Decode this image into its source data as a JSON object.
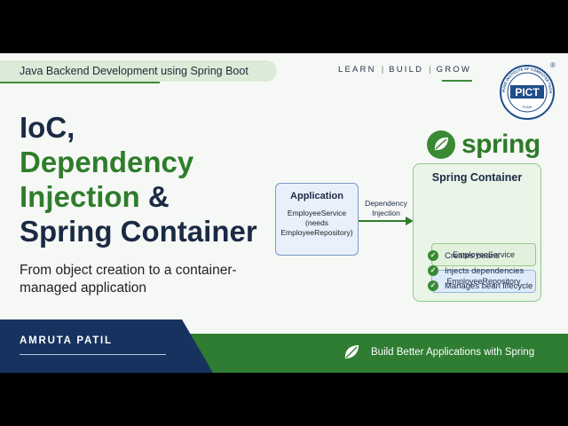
{
  "header": {
    "course": "Java Backend Development using Spring Boot",
    "tagline": [
      "LEARN",
      "BUILD",
      "GROW"
    ]
  },
  "logo": {
    "initials": "PICT",
    "ring_text": "PUNE INSTITUTE OF COMPUTER TECHNOLOGY",
    "city": "PUNE",
    "mark": "®"
  },
  "title": {
    "line1": "IoC,",
    "line2": "Dependency",
    "line3a": "Injection",
    "line3b": " &",
    "line4": "Spring Container"
  },
  "subtitle": "From object creation to a container-managed application",
  "brand": {
    "name": "spring",
    "icon": "spring-leaf-icon"
  },
  "diagram": {
    "application_title": "Application",
    "application_desc": [
      "EmployeeService",
      "(needs",
      "EmployeeRepository)"
    ],
    "arrow_label": [
      "Dependency",
      "Injection"
    ],
    "container_title": "Spring Container",
    "beans": [
      "EmployeeService",
      "EmployeeRepository"
    ],
    "features": [
      "Creates beans",
      "Injects dependencies",
      "Manages bean lifecycle"
    ]
  },
  "footer": {
    "author": "AMRUTA PATIL",
    "cta": "Build Better Applications with Spring",
    "cta_icon": "leaf-icon"
  },
  "colors": {
    "navy": "#1b2a44",
    "green": "#2f7d2b",
    "footer_navy": "#17325e",
    "footer_green": "#2e7d32"
  }
}
